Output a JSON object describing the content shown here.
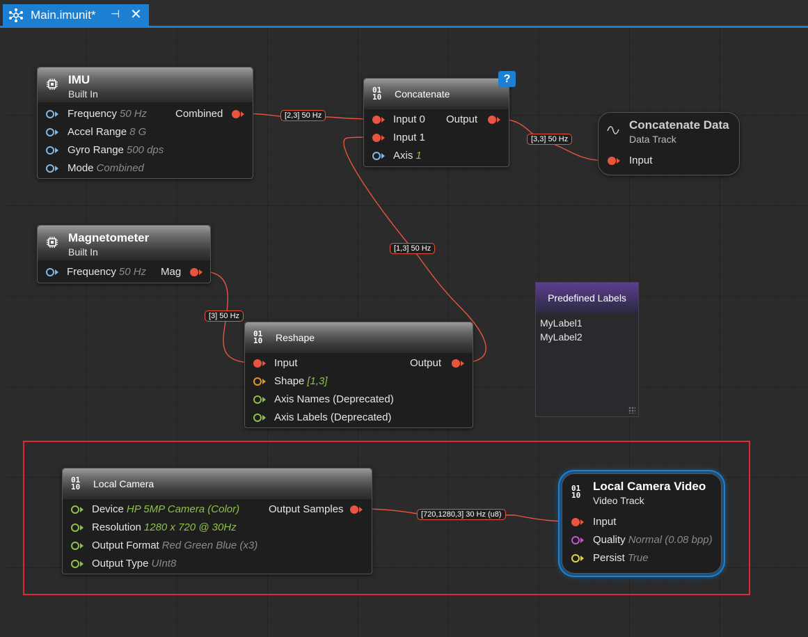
{
  "tab": {
    "title": "Main.imunit*",
    "pin_glyph": "⊣",
    "close_glyph": "✕"
  },
  "nodes": {
    "imu": {
      "title": "IMU",
      "subtitle": "Built In",
      "params": [
        {
          "label": "Frequency",
          "value": "50 Hz"
        },
        {
          "label": "Accel Range",
          "value": "8 G"
        },
        {
          "label": "Gyro Range",
          "value": "500 dps"
        },
        {
          "label": "Mode",
          "value": "Combined"
        }
      ],
      "output": "Combined"
    },
    "magnetometer": {
      "title": "Magnetometer",
      "subtitle": "Built In",
      "params": [
        {
          "label": "Frequency",
          "value": "50 Hz"
        }
      ],
      "output": "Mag"
    },
    "concatenate": {
      "icon_text": "01\n10",
      "title": "Concatenate",
      "inputs": [
        "Input 0",
        "Input 1"
      ],
      "axis": {
        "label": "Axis",
        "value": "1"
      },
      "output": "Output",
      "help": "?"
    },
    "concat_data": {
      "title": "Concatenate Data",
      "subtitle": "Data Track",
      "input": "Input"
    },
    "reshape": {
      "icon_text": "01\n10",
      "title": "Reshape",
      "input": "Input",
      "output": "Output",
      "shape": {
        "label": "Shape",
        "value": "[1,3]"
      },
      "axis_names": "Axis Names (Deprecated)",
      "axis_labels": "Axis Labels (Deprecated)"
    },
    "predefined_labels": {
      "title": "Predefined Labels",
      "items": [
        "MyLabel1",
        "MyLabel2"
      ]
    },
    "local_camera": {
      "icon_text": "01\n10",
      "title": "Local Camera",
      "params": [
        {
          "label": "Device",
          "value": "HP 5MP Camera (Color)",
          "style": "green"
        },
        {
          "label": "Resolution",
          "value": "1280 x 720 @ 30Hz",
          "style": "green"
        },
        {
          "label": "Output Format",
          "value": "Red Green Blue (x3)",
          "style": "grey"
        },
        {
          "label": "Output Type",
          "value": "UInt8",
          "style": "grey"
        }
      ],
      "output": "Output Samples"
    },
    "camera_video": {
      "icon_text": "01\n10",
      "title": "Local Camera Video",
      "subtitle": "Video Track",
      "input": "Input",
      "quality": {
        "label": "Quality",
        "value": "Normal (0.08 bpp)"
      },
      "persist": {
        "label": "Persist",
        "value": "True"
      }
    }
  },
  "wires": {
    "imu_to_concat": "[2,3] 50 Hz",
    "concat_to_data": "[3,3] 50 Hz",
    "reshape_to_concat": "[1,3] 50 Hz",
    "mag_to_reshape": "[3] 50 Hz",
    "camera_to_video": "[720,1280,3] 30 Hz (u8)"
  },
  "colors": {
    "accent": "#1c7fd1",
    "wire": "#e8543f",
    "highlight": "#e02a35",
    "pin_blue": "#7fb7e6",
    "pin_green": "#8fc04a",
    "pin_orange": "#e09a2a",
    "pin_pink": "#c357c8",
    "pin_yellow": "#e0d34a"
  }
}
